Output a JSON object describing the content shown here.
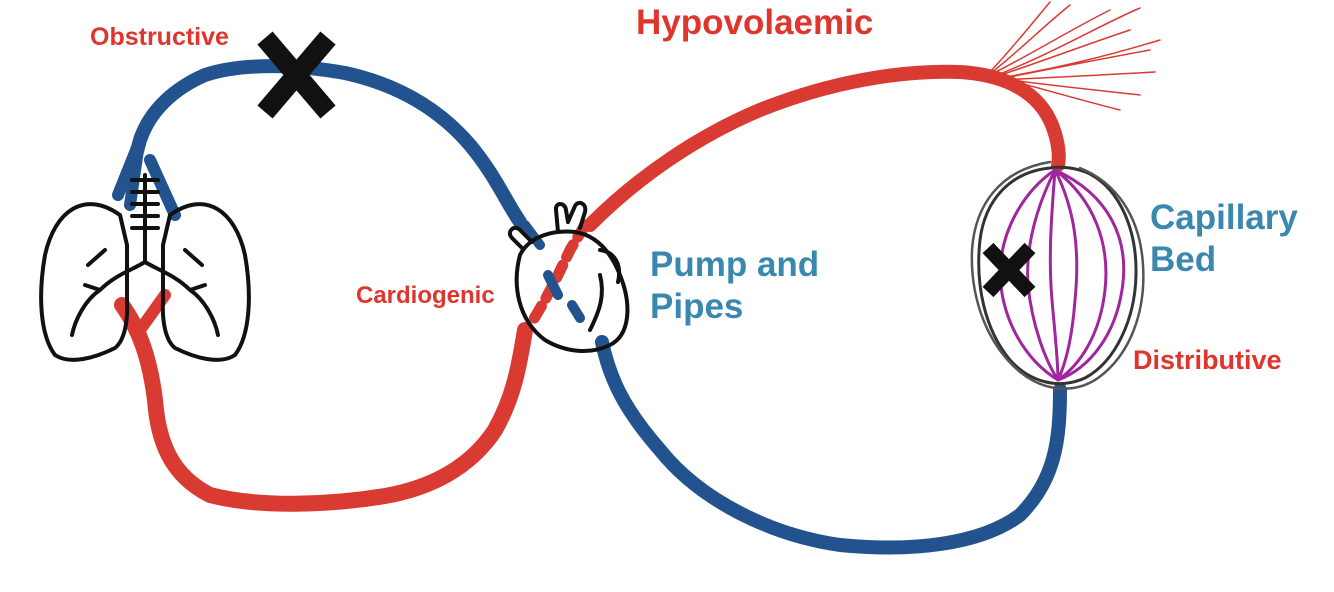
{
  "labels": {
    "obstructive": "Obstructive",
    "hypovolaemic": "Hypovolaemic",
    "cardiogenic": "Cardiogenic",
    "pump_and_pipes": "Pump and Pipes",
    "capillary_bed": "Capillary Bed",
    "distributive": "Distributive"
  },
  "colors": {
    "arterial_red": "#d93a32",
    "venous_blue": "#23538f",
    "label_red": "#e0352c",
    "label_blue": "#3a87b0",
    "capillary_purple": "#a0269e",
    "outline": "#111111"
  },
  "icons": [
    "lungs-icon",
    "heart-icon",
    "blockage-x-icon",
    "capillary-bed-icon",
    "bleeding-vessel-icon"
  ]
}
